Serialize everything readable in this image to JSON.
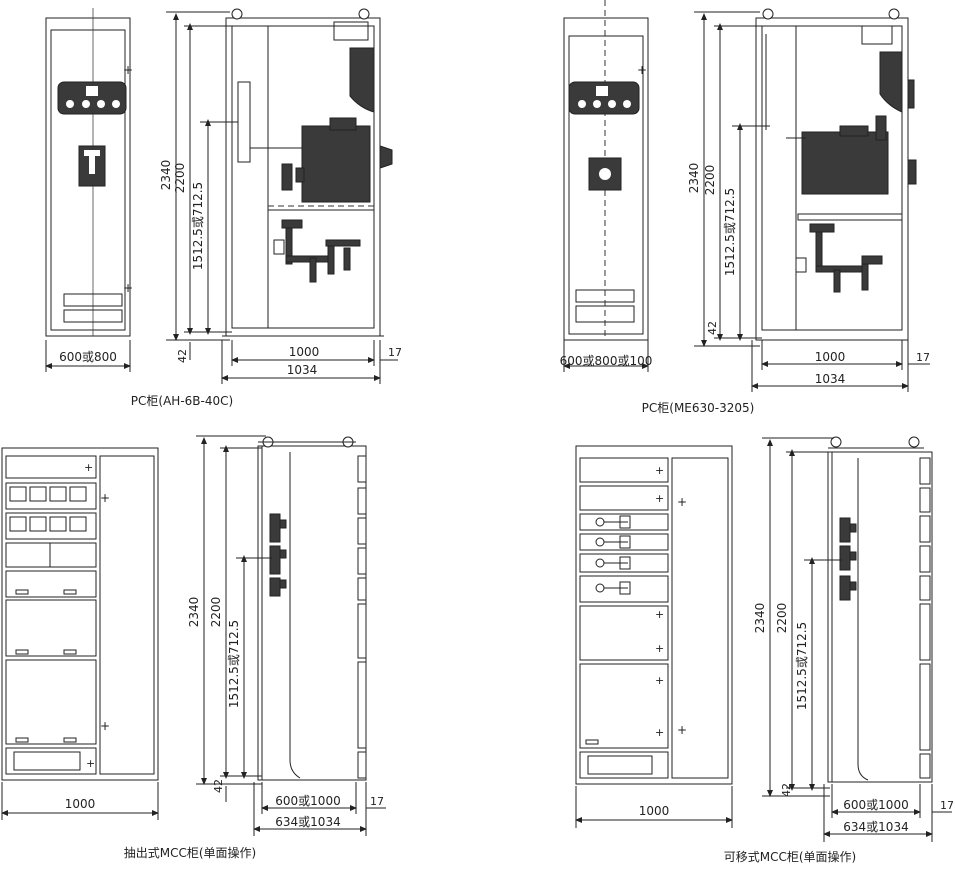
{
  "captions": {
    "pc1": "PC柜(AH-6B-40C)",
    "pc2": "PC柜(ME630-3205)",
    "mcc1": "抽出式MCC柜(单面操作)",
    "mcc2": "可移式MCC柜(单面操作)"
  },
  "dims": {
    "pc1": {
      "h_total": "2340",
      "h_body": "2200",
      "h_mid": "1512.5或712.5",
      "h_base": "42",
      "w_front": "600或800",
      "d_inner": "1000",
      "d_outer": "1034",
      "d_gap": "17"
    },
    "pc2": {
      "h_total": "2340",
      "h_body": "2200",
      "h_mid": "1512.5或712.5",
      "h_base": "42",
      "w_front": "600或800或100",
      "d_inner": "1000",
      "d_outer": "1034",
      "d_gap": "17"
    },
    "mcc1": {
      "h_total": "2340",
      "h_body": "2200",
      "h_mid": "1512.5或712.5",
      "h_base": "42",
      "w_front": "1000",
      "d_inner": "600或1000",
      "d_outer": "634或1034",
      "d_gap": "17"
    },
    "mcc2": {
      "h_total": "2340",
      "h_body": "2200",
      "h_mid": "1512.5或712.5",
      "h_base": "42",
      "w_front": "1000",
      "d_inner": "600或1000",
      "d_outer": "634或1034",
      "d_gap": "17"
    }
  }
}
